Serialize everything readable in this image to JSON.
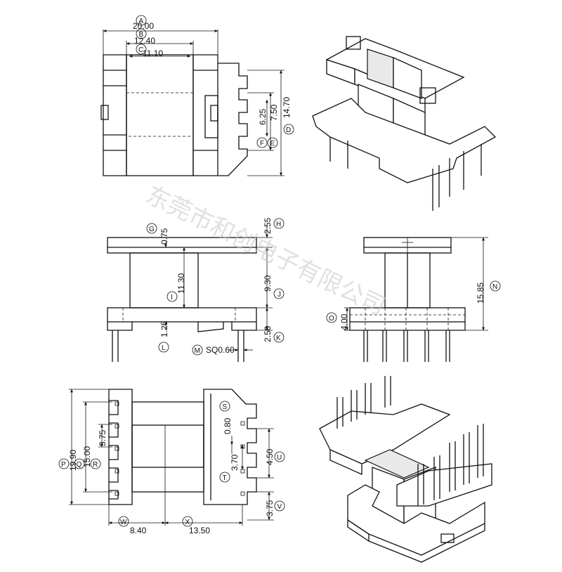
{
  "dimensions": {
    "top": {
      "A": {
        "value": "20.00",
        "label": "A"
      },
      "B": {
        "value": "12.40",
        "label": "B"
      },
      "C": {
        "value": "11.10",
        "label": "C"
      },
      "D": {
        "value": "14.70",
        "label": "D"
      },
      "E": {
        "value": "7.50",
        "label": "E"
      },
      "F": {
        "value": "6.25",
        "label": "F"
      }
    },
    "front": {
      "G": {
        "value": "0.75",
        "label": "G"
      },
      "H": {
        "value": "2.55",
        "label": "H"
      },
      "I": {
        "value": "11.30",
        "label": "I"
      },
      "J": {
        "value": "9.30",
        "label": "J"
      },
      "K": {
        "value": "2.50",
        "label": "K"
      },
      "L": {
        "value": "1.25",
        "label": "L"
      },
      "M": {
        "value": "SQ0.60",
        "label": "M"
      }
    },
    "side": {
      "N": {
        "value": "15.85",
        "label": "N"
      },
      "O": {
        "value": "4.00",
        "label": "O"
      }
    },
    "bottom": {
      "P": {
        "value": "19.90",
        "label": "P"
      },
      "Q": {
        "value": "15.00",
        "label": "Q"
      },
      "R": {
        "value": "3.75",
        "label": "R"
      },
      "S": {
        "value": "0.80",
        "label": "S"
      },
      "T": {
        "value": "3.70",
        "label": "T"
      },
      "U": {
        "value": "4.50",
        "label": "U"
      },
      "V": {
        "value": "3.75",
        "label": "V"
      },
      "W": {
        "value": "8.40",
        "label": "W"
      },
      "X": {
        "value": "13.50",
        "label": "X"
      }
    }
  },
  "watermark": "东莞市和创电子有限公司"
}
